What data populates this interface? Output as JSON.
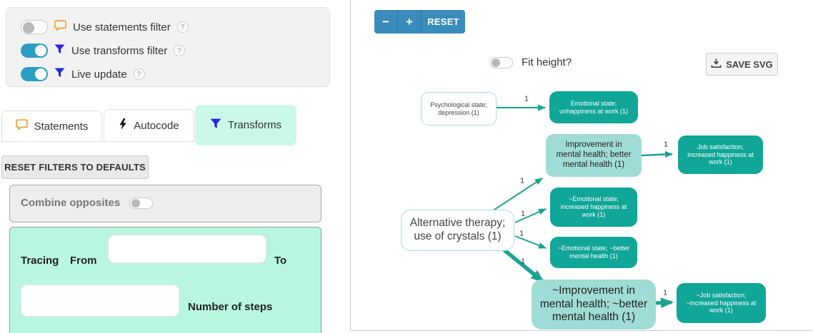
{
  "filters_panel": {
    "help_symbol": "?",
    "toggles": [
      {
        "label": "Use statements filter",
        "state": "off",
        "icon": "statement-bubble"
      },
      {
        "label": "Use transforms filter",
        "state": "on",
        "icon": "filter-funnel"
      },
      {
        "label": "Live update",
        "state": "on",
        "icon": "filter-funnel"
      }
    ]
  },
  "tabs": [
    {
      "label": "Statements",
      "active": false,
      "icon": "statement-bubble"
    },
    {
      "label": "Autocode",
      "active": false,
      "icon": "lightning-bolt"
    },
    {
      "label": "Transforms",
      "active": true,
      "icon": "filter-funnel"
    }
  ],
  "buttons": {
    "reset_filters": "RESET FILTERS TO DEFAULTS",
    "zoom_out": "−",
    "zoom_in": "+",
    "zoom_reset": "RESET",
    "save_svg": "SAVE SVG"
  },
  "combine_opposites": {
    "label": "Combine opposites",
    "state": "off"
  },
  "tracing": {
    "title": "Tracing",
    "from_label": "From",
    "from_value": "",
    "to_label": "To",
    "steps_value": "",
    "steps_label": "Number of steps"
  },
  "graph_controls": {
    "fit_height_label": "Fit height?",
    "fit_height_state": "off"
  },
  "colors": {
    "toggle_on_blue": "#2d9ec3",
    "funnel_blue": "#2424ee",
    "statement_orange": "#f0a030",
    "zoom_button_blue": "#3a8cba",
    "active_tab_mint": "#c9f8e9",
    "tracing_panel_mint": "#b9f6e0",
    "node_dark_teal": "#10a698",
    "node_light_teal": "#9fdcd5",
    "edge_teal": "#1aa392"
  },
  "graph": {
    "nodes": [
      {
        "label": "Psychological state; depression (1)",
        "type": "plain"
      },
      {
        "label": "Emotional state; unhappiness at work (1)",
        "type": "dark"
      },
      {
        "label": "Improvement in mental health; better mental health (1)",
        "type": "light"
      },
      {
        "label": "Job satisfaction; increased happiness at work (1)",
        "type": "dark"
      },
      {
        "label": "Alternative therapy; use of crystals (1)",
        "type": "plain"
      },
      {
        "label": "~Emotional state; increased happiness at work (1)",
        "type": "dark"
      },
      {
        "label": "~Emotional state; ~better mental health (1)",
        "type": "dark"
      },
      {
        "label": "~Improvement in mental health; ~better mental health (1)",
        "type": "light"
      },
      {
        "label": "~Job satisfaction; ~increased happiness at work (1)",
        "type": "dark"
      }
    ],
    "edges": [
      {
        "from": 0,
        "to": 1,
        "label": "1",
        "weight": "thin"
      },
      {
        "from": 2,
        "to": 3,
        "label": "1",
        "weight": "thin"
      },
      {
        "from": 4,
        "to": 2,
        "label": "1",
        "weight": "thin"
      },
      {
        "from": 4,
        "to": 5,
        "label": "1",
        "weight": "thin"
      },
      {
        "from": 4,
        "to": 6,
        "label": "1",
        "weight": "thin"
      },
      {
        "from": 4,
        "to": 7,
        "label": "1",
        "weight": "thick"
      },
      {
        "from": 7,
        "to": 8,
        "label": "1",
        "weight": "thick"
      }
    ]
  }
}
